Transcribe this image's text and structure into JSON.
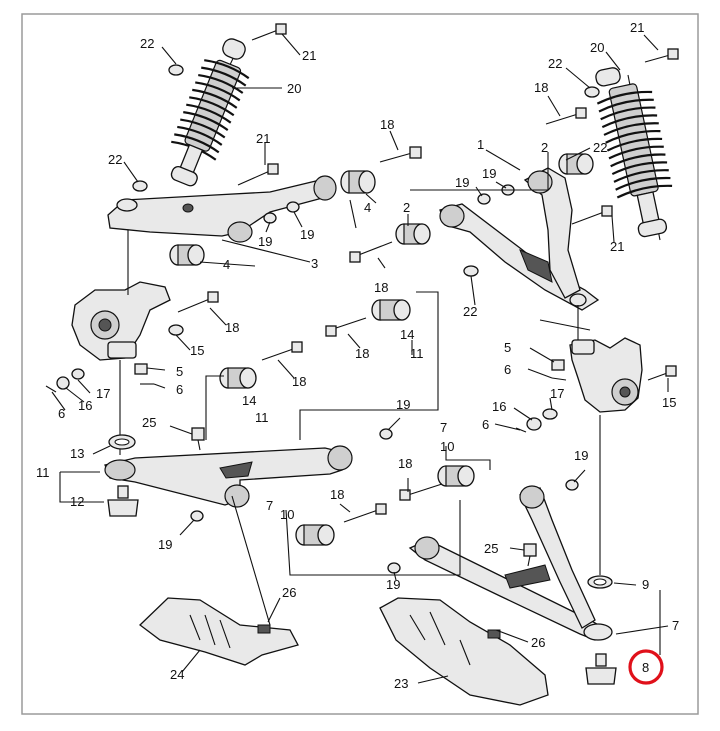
{
  "labels": [
    {
      "id": "l22a",
      "text": "22"
    },
    {
      "id": "l21a",
      "text": "21"
    },
    {
      "id": "l20a",
      "text": "20"
    },
    {
      "id": "l21b",
      "text": "21"
    },
    {
      "id": "l22b",
      "text": "22"
    },
    {
      "id": "l20b",
      "text": "20"
    },
    {
      "id": "l18a",
      "text": "18"
    },
    {
      "id": "l22c",
      "text": "22"
    },
    {
      "id": "l21c",
      "text": "21"
    },
    {
      "id": "l18b",
      "text": "18"
    },
    {
      "id": "l1",
      "text": "1"
    },
    {
      "id": "l2a",
      "text": "2"
    },
    {
      "id": "l22d",
      "text": "22"
    },
    {
      "id": "l19a",
      "text": "19"
    },
    {
      "id": "l19b",
      "text": "19"
    },
    {
      "id": "l19c",
      "text": "19"
    },
    {
      "id": "l19d",
      "text": "19"
    },
    {
      "id": "l4a",
      "text": "4"
    },
    {
      "id": "l2b",
      "text": "2"
    },
    {
      "id": "l21d",
      "text": "21"
    },
    {
      "id": "l3",
      "text": "3"
    },
    {
      "id": "l4b",
      "text": "4"
    },
    {
      "id": "l18c",
      "text": "18"
    },
    {
      "id": "l22e",
      "text": "22"
    },
    {
      "id": "l18d",
      "text": "18"
    },
    {
      "id": "l15a",
      "text": "15"
    },
    {
      "id": "l18e",
      "text": "18"
    },
    {
      "id": "l14a",
      "text": "14"
    },
    {
      "id": "l11a",
      "text": "11"
    },
    {
      "id": "l5a",
      "text": "5"
    },
    {
      "id": "l5b",
      "text": "5"
    },
    {
      "id": "l6a",
      "text": "6"
    },
    {
      "id": "l6b",
      "text": "6"
    },
    {
      "id": "l17a",
      "text": "17"
    },
    {
      "id": "l16a",
      "text": "16"
    },
    {
      "id": "l6c",
      "text": "6"
    },
    {
      "id": "l18f",
      "text": "18"
    },
    {
      "id": "l14b",
      "text": "14"
    },
    {
      "id": "l11b",
      "text": "11"
    },
    {
      "id": "l17b",
      "text": "17"
    },
    {
      "id": "l15b",
      "text": "15"
    },
    {
      "id": "l16b",
      "text": "16"
    },
    {
      "id": "l6d",
      "text": "6"
    },
    {
      "id": "l19e",
      "text": "19"
    },
    {
      "id": "l25a",
      "text": "25"
    },
    {
      "id": "l7a",
      "text": "7"
    },
    {
      "id": "l10a",
      "text": "10"
    },
    {
      "id": "l13",
      "text": "13"
    },
    {
      "id": "l11c",
      "text": "11"
    },
    {
      "id": "l18g",
      "text": "18"
    },
    {
      "id": "l19f",
      "text": "19"
    },
    {
      "id": "l12",
      "text": "12"
    },
    {
      "id": "l7b",
      "text": "7"
    },
    {
      "id": "l10b",
      "text": "10"
    },
    {
      "id": "l18h",
      "text": "18"
    },
    {
      "id": "l19g",
      "text": "19"
    },
    {
      "id": "l25b",
      "text": "25"
    },
    {
      "id": "l19h",
      "text": "19"
    },
    {
      "id": "l9",
      "text": "9"
    },
    {
      "id": "l26a",
      "text": "26"
    },
    {
      "id": "l7c",
      "text": "7"
    },
    {
      "id": "l26b",
      "text": "26"
    },
    {
      "id": "l24",
      "text": "24"
    },
    {
      "id": "l8",
      "text": "8"
    },
    {
      "id": "l23",
      "text": "23"
    }
  ],
  "highlight": {
    "part": "8",
    "color": "#e0101a"
  }
}
